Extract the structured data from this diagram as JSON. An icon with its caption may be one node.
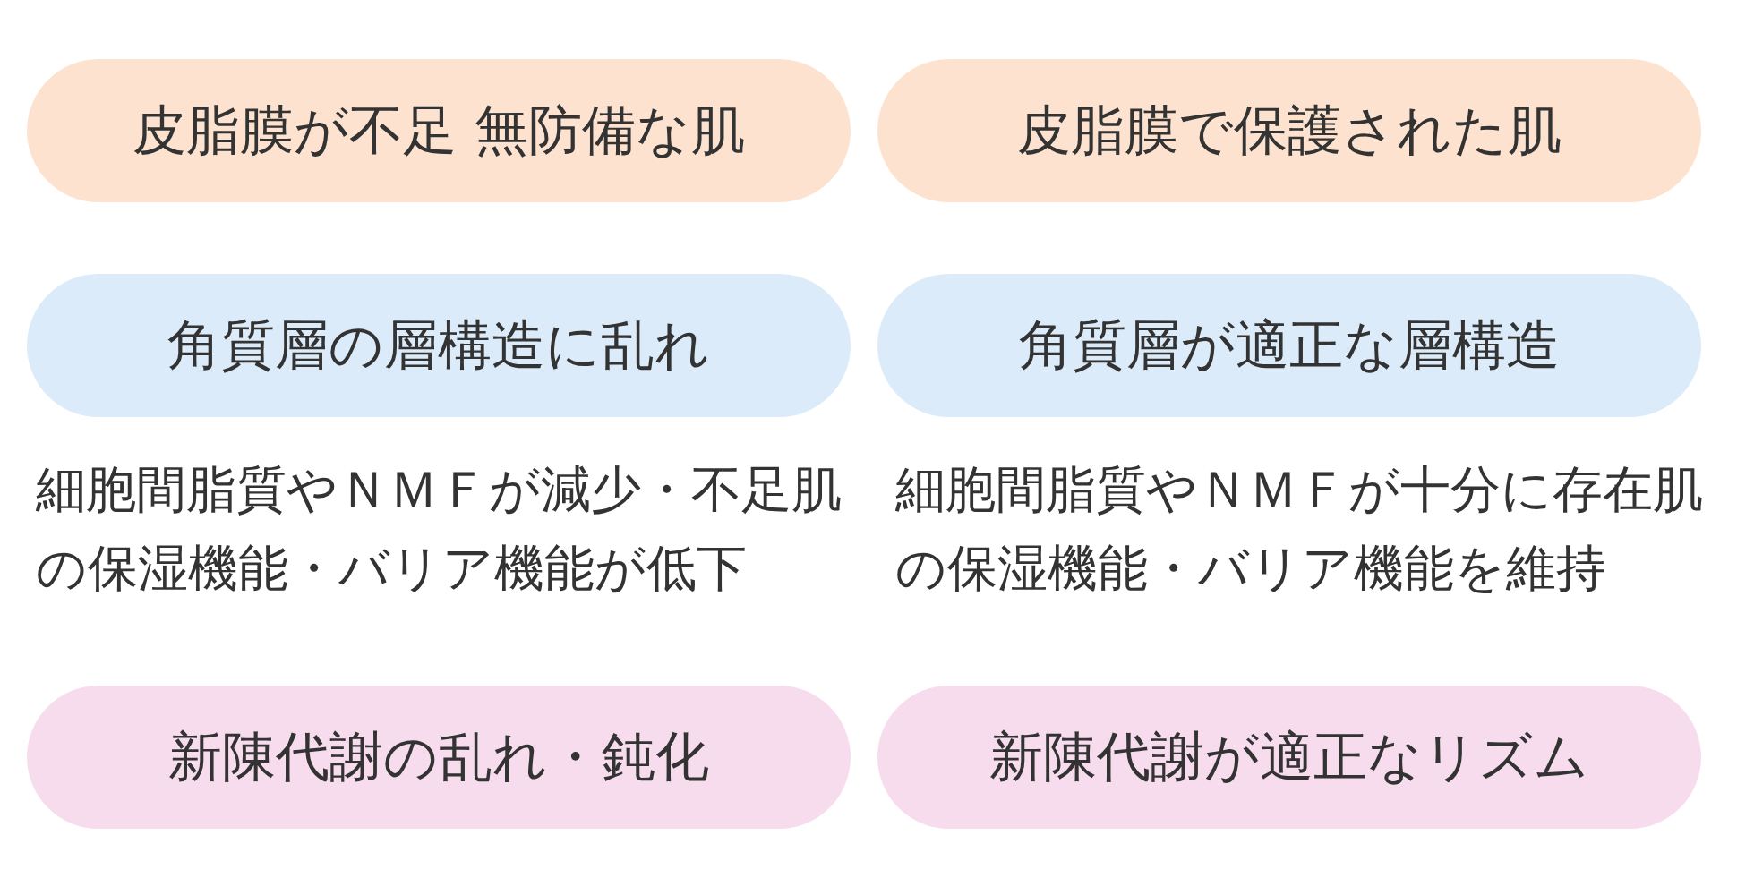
{
  "diagram": {
    "nodes": [
      {
        "text": [
          "皮脂膜が不足 無防備な肌"
        ]
      },
      {
        "text": [
          "皮脂膜で保護された肌"
        ]
      },
      {
        "text": [
          "角質層の層構造に乱れ"
        ]
      },
      {
        "text": [
          "角質層が適正な層構造"
        ]
      },
      {
        "text": [
          "新陳代謝の乱れ・鈍化"
        ]
      },
      {
        "text": [
          "新陳代謝が適正なリズム"
        ]
      }
    ],
    "labels": [
      "細胞間脂質やＮＭＦが減少・不足肌の保湿機能・バリア機能が低下",
      "細胞間脂質やＮＭＦが十分に存在肌の保湿機能・バリア機能を維持"
    ]
  }
}
